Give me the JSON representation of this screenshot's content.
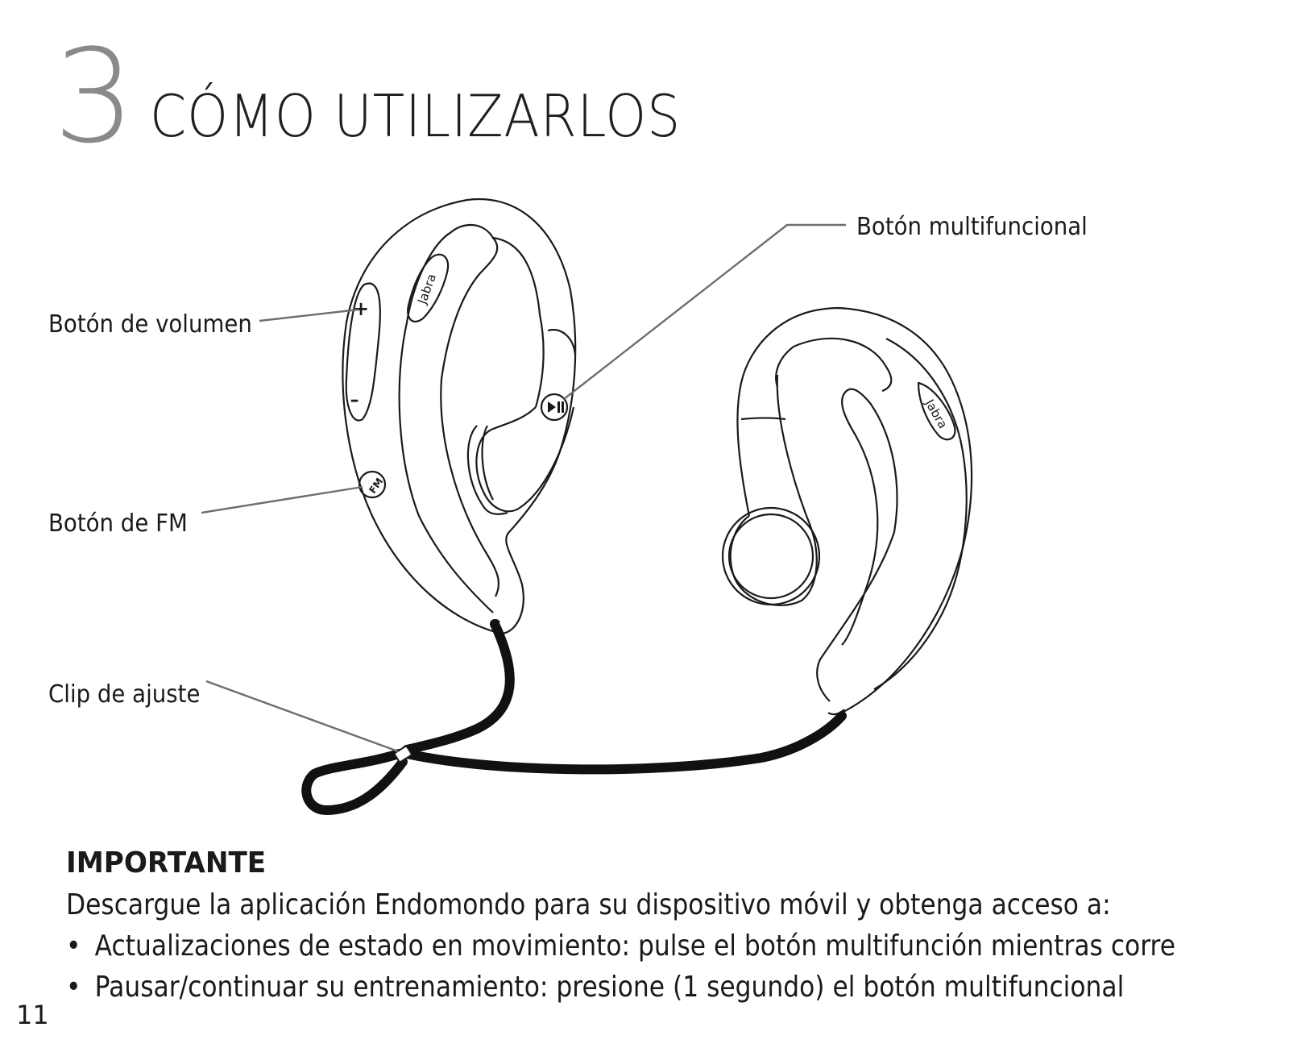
{
  "chapter": {
    "number": "3",
    "title": "CÓMO UTILIZARLOS"
  },
  "callouts": {
    "volume_button": "Botón de volumen",
    "fm_button": "Botón de FM",
    "clip": "Clip de ajuste",
    "multifunction_button": "Botón multifuncional"
  },
  "device": {
    "brand_left": "Jabra",
    "brand_right": "Jabra",
    "volume_plus": "+",
    "volume_minus": "–",
    "fm_icon_label": "FM"
  },
  "note": {
    "heading": "IMPORTANTE",
    "intro": "Descargue la aplicación Endomondo para su dispositivo móvil y obtenga acceso a:",
    "bullet_symbol": "•",
    "bullets": [
      "Actualizaciones de estado en movimiento: pulse el botón multifunción mientras corre",
      "Pausar/continuar su entrenamiento: presione (1 segundo) el botón multifuncional"
    ]
  },
  "page_number": "11",
  "colors": {
    "chapter_number": "#8a8a8a",
    "leader_line": "#6e6e6e",
    "outline": "#1a1a1a"
  }
}
